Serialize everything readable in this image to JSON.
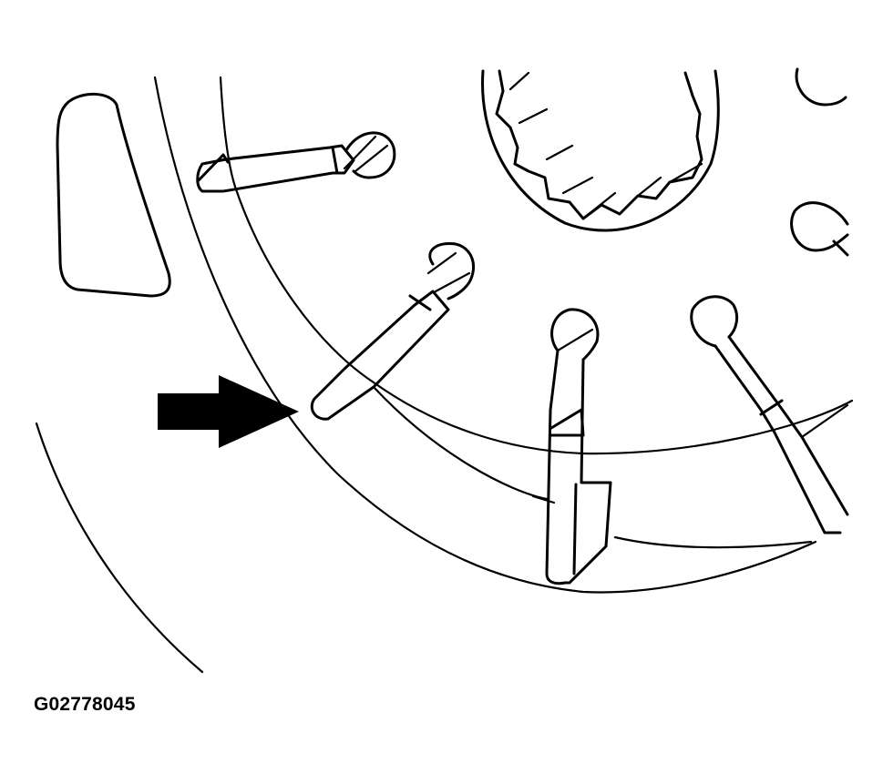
{
  "figure": {
    "id_label": "G02778045",
    "description": "Technical line drawing of a wheel hub/flange with bolts; black arrow pointing to a bolt at the flange edge",
    "colors": {
      "line": "#000000",
      "background": "#ffffff",
      "arrow": "#000000"
    }
  },
  "annotations": {
    "arrow": {
      "direction": "right",
      "target": "bolt-left-lower"
    }
  }
}
